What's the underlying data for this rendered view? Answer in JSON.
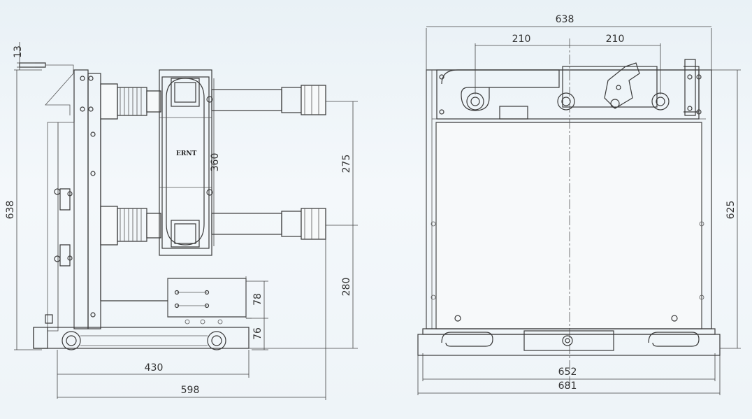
{
  "side_view": {
    "dims": {
      "d13": "13",
      "d638": "638",
      "d360": "360",
      "d275": "275",
      "d280": "280",
      "d78": "78",
      "d76": "76",
      "d430": "430",
      "d598": "598"
    },
    "pole_marking": "ERNT"
  },
  "front_view": {
    "dims": {
      "d638": "638",
      "d210_left": "210",
      "d210_right": "210",
      "d625": "625",
      "d652": "652",
      "d681": "681"
    }
  },
  "colors": {
    "line": "#3a3a3a",
    "background": "#eef4f8"
  }
}
